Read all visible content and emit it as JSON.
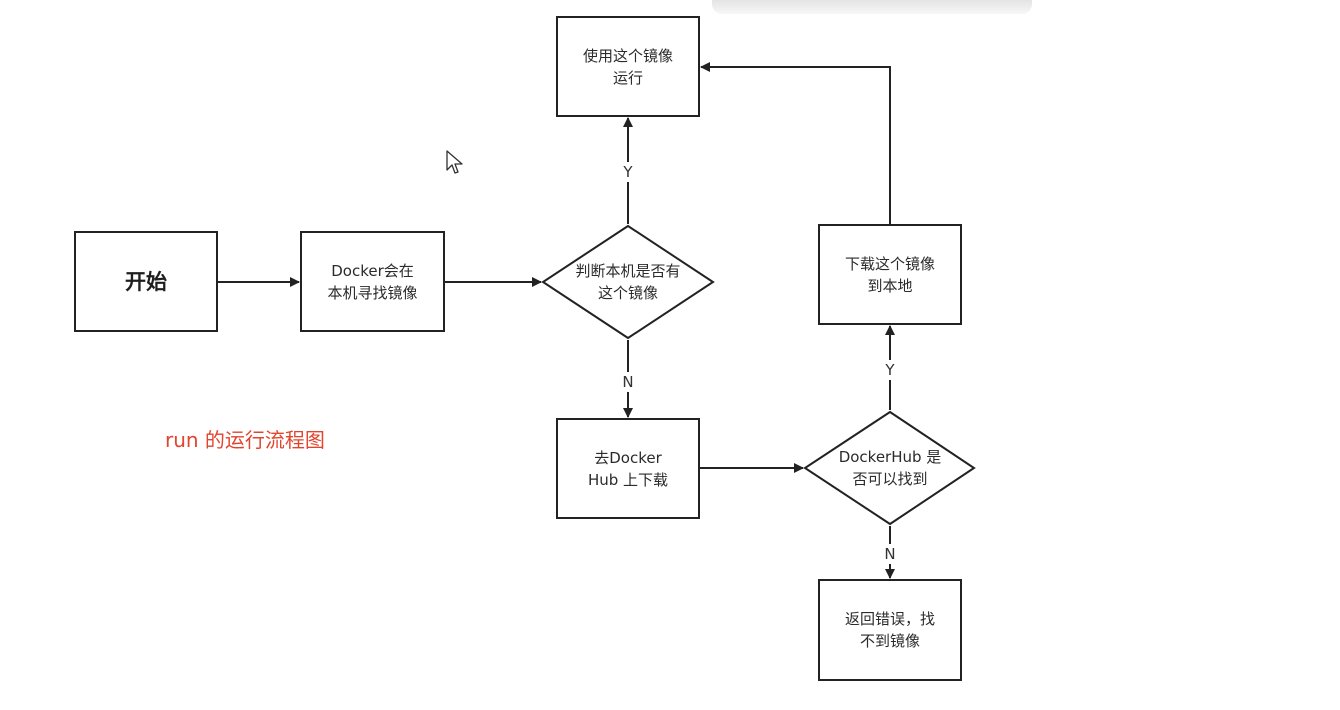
{
  "nodes": {
    "start": {
      "label": "开始"
    },
    "docker_local_search": {
      "label": "Docker会在\n本机寻找镜像"
    },
    "check_local": {
      "label": "判断本机是否有\n这个镜像"
    },
    "run_image": {
      "label": "使用这个镜像\n运行"
    },
    "go_dockerhub": {
      "label": "去Docker\nHub 上下载"
    },
    "check_hub": {
      "label": "DockerHub 是\n否可以找到"
    },
    "download_local": {
      "label": "下载这个镜像\n到本地"
    },
    "return_error": {
      "label": "返回错误，找\n不到镜像"
    }
  },
  "edge_labels": {
    "local_yes": "Y",
    "local_no": "N",
    "hub_yes": "Y",
    "hub_no": "N"
  },
  "caption": "run 的运行流程图",
  "colors": {
    "stroke": "#222222",
    "caption": "#e2452f"
  }
}
